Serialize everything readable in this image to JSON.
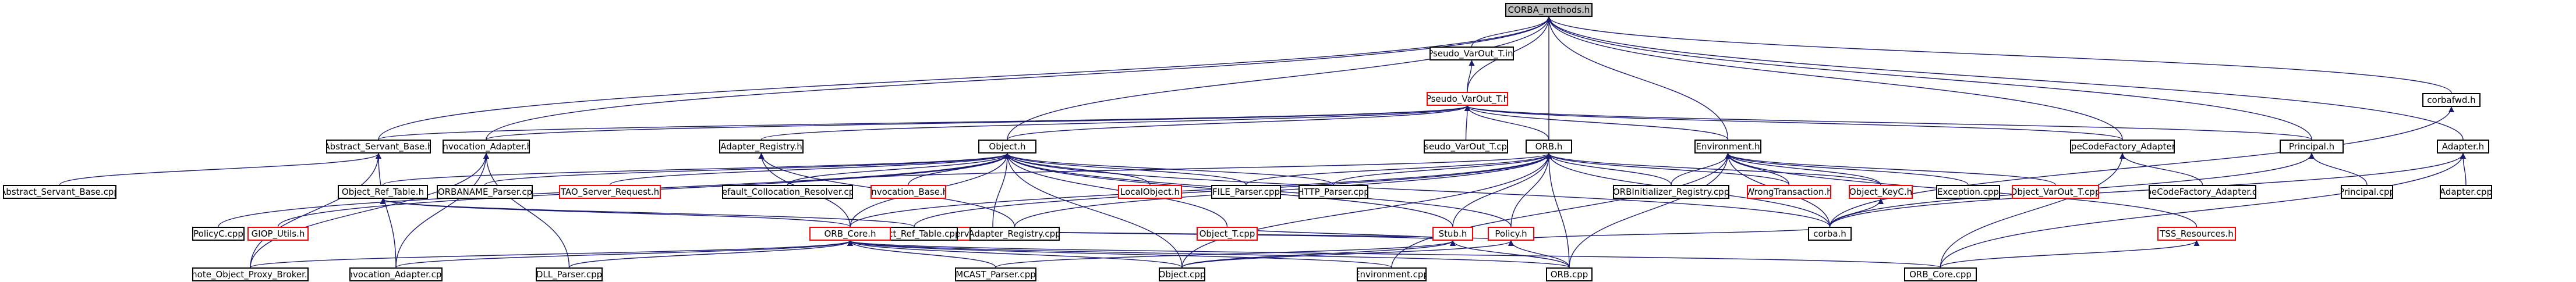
{
  "colors": {
    "edge": "#191970",
    "border": "#000000",
    "external_border": "#ff0000",
    "root_fill": "#bfbfbf",
    "background": "#ffffff"
  },
  "root": "CORBA_methods.h",
  "nodes": [
    {
      "id": "n0",
      "label": "CORBA_methods.h",
      "style": "root"
    },
    {
      "id": "n1",
      "label": "Pseudo_VarOut_T.inl",
      "style": "normal"
    },
    {
      "id": "n2",
      "label": "Pseudo_VarOut_T.h",
      "style": "external"
    },
    {
      "id": "n3",
      "label": "corbafwd.h",
      "style": "normal"
    },
    {
      "id": "n4",
      "label": "Abstract_Servant_Base.h",
      "style": "normal"
    },
    {
      "id": "n5",
      "label": "Invocation_Adapter.h",
      "style": "normal"
    },
    {
      "id": "n6",
      "label": "Adapter_Registry.h",
      "style": "normal"
    },
    {
      "id": "n7",
      "label": "Object.h",
      "style": "normal"
    },
    {
      "id": "n8",
      "label": "Pseudo_VarOut_T.cpp",
      "style": "normal"
    },
    {
      "id": "n9",
      "label": "ORB.h",
      "style": "normal"
    },
    {
      "id": "n10",
      "label": "Environment.h",
      "style": "normal"
    },
    {
      "id": "n11",
      "label": "TypeCodeFactory_Adapter.h",
      "style": "normal"
    },
    {
      "id": "n12",
      "label": "Principal.h",
      "style": "normal"
    },
    {
      "id": "n13",
      "label": "Adapter.h",
      "style": "normal"
    },
    {
      "id": "n14",
      "label": "Abstract_Servant_Base.cpp",
      "style": "normal"
    },
    {
      "id": "n15",
      "label": "Object_Ref_Table.h",
      "style": "normal"
    },
    {
      "id": "n16",
      "label": "CORBANAME_Parser.cpp",
      "style": "normal"
    },
    {
      "id": "n17",
      "label": "TAO_Server_Request.h",
      "style": "external"
    },
    {
      "id": "n18",
      "label": "Invocation_Base.h",
      "style": "external"
    },
    {
      "id": "n19",
      "label": "Default_Collocation_Resolver.cpp",
      "style": "normal"
    },
    {
      "id": "n20",
      "label": "LocalObject.h",
      "style": "external"
    },
    {
      "id": "n21",
      "label": "FILE_Parser.cpp",
      "style": "normal"
    },
    {
      "id": "n22",
      "label": "HTTP_Parser.cpp",
      "style": "normal"
    },
    {
      "id": "n23",
      "label": "Stub.h",
      "style": "external"
    },
    {
      "id": "n24",
      "label": "Policy.h",
      "style": "external"
    },
    {
      "id": "n25",
      "label": "ORBInitializer_Registry.cpp",
      "style": "normal"
    },
    {
      "id": "n26",
      "label": "WrongTransaction.h",
      "style": "external"
    },
    {
      "id": "n27",
      "label": "Object_KeyC.h",
      "style": "external"
    },
    {
      "id": "n28",
      "label": "Exception.cpp",
      "style": "normal"
    },
    {
      "id": "n29",
      "label": "Object_VarOut_T.cpp",
      "style": "external"
    },
    {
      "id": "n30",
      "label": "TypeCodeFactory_Adapter.cpp",
      "style": "normal"
    },
    {
      "id": "n31",
      "label": "Principal.cpp",
      "style": "normal"
    },
    {
      "id": "n32",
      "label": "Adapter.cpp",
      "style": "normal"
    },
    {
      "id": "n33",
      "label": "PolicyC.cpp",
      "style": "normal"
    },
    {
      "id": "n34",
      "label": "GIOP_Utils.h",
      "style": "external"
    },
    {
      "id": "n35",
      "label": "Service_Callbacks.h",
      "style": "external"
    },
    {
      "id": "n36",
      "label": "Object_Ref_Table.cpp",
      "style": "normal"
    },
    {
      "id": "n37",
      "label": "Adapter_Registry.cpp",
      "style": "normal"
    },
    {
      "id": "n38",
      "label": "Object_T.cpp",
      "style": "external"
    },
    {
      "id": "n39",
      "label": "ORB_Core.h",
      "style": "external"
    },
    {
      "id": "n40",
      "label": "corba.h",
      "style": "normal"
    },
    {
      "id": "n41",
      "label": "TSS_Resources.h",
      "style": "external"
    },
    {
      "id": "n42",
      "label": "Remote_Object_Proxy_Broker.cpp",
      "style": "normal"
    },
    {
      "id": "n43",
      "label": "Invocation_Adapter.cpp",
      "style": "normal"
    },
    {
      "id": "n44",
      "label": "DLL_Parser.cpp",
      "style": "normal"
    },
    {
      "id": "n45",
      "label": "MCAST_Parser.cpp",
      "style": "normal"
    },
    {
      "id": "n46",
      "label": "Object.cpp",
      "style": "normal"
    },
    {
      "id": "n47",
      "label": "Environment.cpp",
      "style": "normal"
    },
    {
      "id": "n48",
      "label": "ORB.cpp",
      "style": "normal"
    },
    {
      "id": "n49",
      "label": "ORB_Core.cpp",
      "style": "normal"
    }
  ],
  "edges": [
    [
      "n1",
      "n0"
    ],
    [
      "n2",
      "n0"
    ],
    [
      "n3",
      "n0"
    ],
    [
      "n4",
      "n0"
    ],
    [
      "n5",
      "n0"
    ],
    [
      "n7",
      "n0"
    ],
    [
      "n9",
      "n0"
    ],
    [
      "n10",
      "n0"
    ],
    [
      "n11",
      "n0"
    ],
    [
      "n12",
      "n0"
    ],
    [
      "n13",
      "n0"
    ],
    [
      "n2",
      "n1"
    ],
    [
      "n8",
      "n2"
    ],
    [
      "n4",
      "n2"
    ],
    [
      "n5",
      "n2"
    ],
    [
      "n6",
      "n2"
    ],
    [
      "n7",
      "n2"
    ],
    [
      "n9",
      "n2"
    ],
    [
      "n10",
      "n2"
    ],
    [
      "n11",
      "n2"
    ],
    [
      "n12",
      "n2"
    ],
    [
      "n14",
      "n4"
    ],
    [
      "n42",
      "n4"
    ],
    [
      "n43",
      "n4"
    ],
    [
      "n43",
      "n5"
    ],
    [
      "n42",
      "n5"
    ],
    [
      "n44",
      "n5"
    ],
    [
      "n37",
      "n6"
    ],
    [
      "n39",
      "n6"
    ],
    [
      "n15",
      "n7"
    ],
    [
      "n16",
      "n7"
    ],
    [
      "n17",
      "n7"
    ],
    [
      "n18",
      "n7"
    ],
    [
      "n19",
      "n7"
    ],
    [
      "n20",
      "n7"
    ],
    [
      "n21",
      "n7"
    ],
    [
      "n22",
      "n7"
    ],
    [
      "n23",
      "n7"
    ],
    [
      "n24",
      "n7"
    ],
    [
      "n33",
      "n7"
    ],
    [
      "n34",
      "n7"
    ],
    [
      "n35",
      "n7"
    ],
    [
      "n38",
      "n7"
    ],
    [
      "n46",
      "n7"
    ],
    [
      "n40",
      "n7"
    ],
    [
      "n39",
      "n7"
    ],
    [
      "n19",
      "n9"
    ],
    [
      "n21",
      "n9"
    ],
    [
      "n22",
      "n9"
    ],
    [
      "n23",
      "n9"
    ],
    [
      "n24",
      "n9"
    ],
    [
      "n25",
      "n9"
    ],
    [
      "n26",
      "n9"
    ],
    [
      "n27",
      "n9"
    ],
    [
      "n36",
      "n9"
    ],
    [
      "n37",
      "n9"
    ],
    [
      "n40",
      "n9"
    ],
    [
      "n48",
      "n9"
    ],
    [
      "n39",
      "n9"
    ],
    [
      "n46",
      "n9"
    ],
    [
      "n25",
      "n10"
    ],
    [
      "n26",
      "n10"
    ],
    [
      "n27",
      "n10"
    ],
    [
      "n28",
      "n10"
    ],
    [
      "n29",
      "n10"
    ],
    [
      "n40",
      "n10"
    ],
    [
      "n47",
      "n10"
    ],
    [
      "n48",
      "n10"
    ],
    [
      "n30",
      "n11"
    ],
    [
      "n49",
      "n11"
    ],
    [
      "n31",
      "n12"
    ],
    [
      "n40",
      "n12"
    ],
    [
      "n32",
      "n13"
    ],
    [
      "n40",
      "n13"
    ],
    [
      "n49",
      "n13"
    ],
    [
      "n40",
      "n3"
    ],
    [
      "n36",
      "n15"
    ],
    [
      "n39",
      "n15"
    ],
    [
      "n39",
      "n23"
    ],
    [
      "n38",
      "n23"
    ],
    [
      "n46",
      "n23"
    ],
    [
      "n45",
      "n23"
    ],
    [
      "n48",
      "n23"
    ],
    [
      "n39",
      "n24"
    ],
    [
      "n40",
      "n24"
    ],
    [
      "n46",
      "n24"
    ],
    [
      "n48",
      "n24"
    ],
    [
      "n39",
      "n35"
    ],
    [
      "n40",
      "n27"
    ],
    [
      "n41",
      "n10"
    ],
    [
      "n49",
      "n41"
    ],
    [
      "n42",
      "n39"
    ],
    [
      "n43",
      "n39"
    ],
    [
      "n44",
      "n39"
    ],
    [
      "n45",
      "n39"
    ],
    [
      "n46",
      "n39"
    ],
    [
      "n47",
      "n39"
    ],
    [
      "n48",
      "n39"
    ],
    [
      "n49",
      "n39"
    ],
    [
      "n36",
      "n39"
    ],
    [
      "n37",
      "n39"
    ]
  ]
}
